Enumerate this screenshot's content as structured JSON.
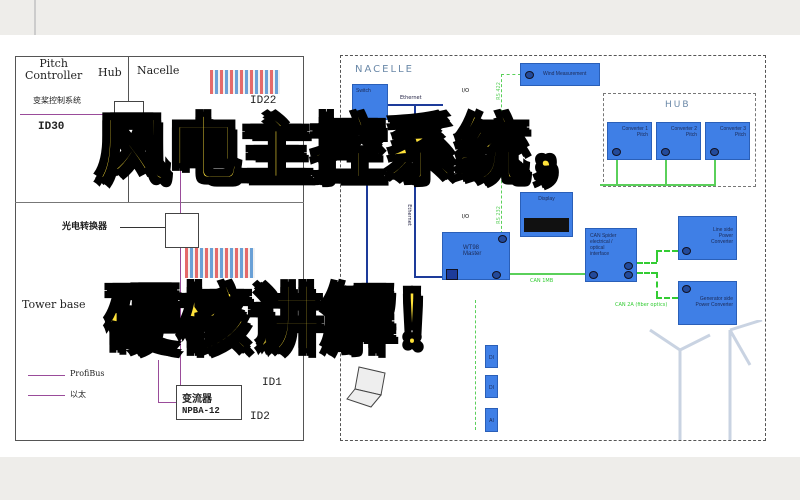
{
  "headline": {
    "line1": "风电主控系统，",
    "line2": "硬核讲解！"
  },
  "left_diagram": {
    "pitch_controller": "Pitch\nController",
    "hub": "Hub",
    "nacelle": "Nacelle",
    "pitch_system_cn": "变桨控制系统",
    "id30": "ID30",
    "id22": "ID22",
    "converter_label": "光电转换器",
    "tower_base": "Tower base",
    "legend_profibus": "ProfiBus",
    "legend_ethernet": "以太",
    "inverter_cn": "变流器",
    "inverter_model": "NPBA-12",
    "id1": "ID1",
    "id2": "ID2"
  },
  "right_diagram": {
    "nacelle": "NACELLE",
    "switch": "Switch",
    "ethernet": "Ethernet",
    "ethernet_vertical": "Ethernet",
    "io_1": "I/O",
    "io_2": "I/O",
    "rs422_1": "RS 422",
    "rs422_2": "RS 232",
    "wind_measurement": "Wind Measurement",
    "hub": "HUB",
    "converters": [
      "Converter 1 Pitch",
      "Converter 2 Pitch",
      "Converter 3 Pitch"
    ],
    "display": "Display",
    "wt98_master": "WT98 Master",
    "can_spider": "CAN Spider electrical / optical interface",
    "can_1mb": "CAN 1MB",
    "can_2a": "CAN 2A (fiber optics)",
    "line_side": "Line side Power Converter",
    "generator_side": "Generator side Power Converter",
    "io_blocks": [
      "DI",
      "DI",
      "AI"
    ]
  },
  "colors": {
    "accent_yellow": "#ffe23a",
    "box_blue": "#3f7fe6",
    "can_green": "#5ad05a",
    "profibus_purple": "#9a4c9a"
  }
}
